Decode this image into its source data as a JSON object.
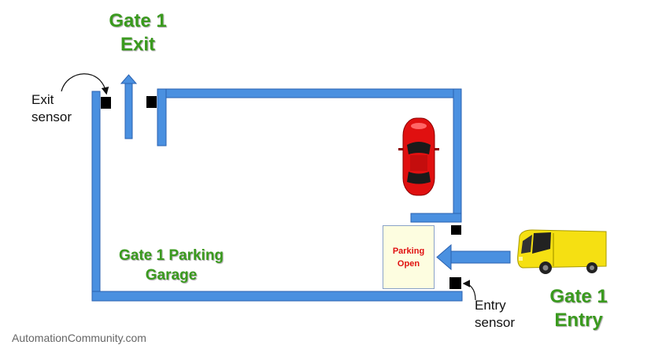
{
  "exit_gate": {
    "line1": "Gate 1",
    "line2": "Exit"
  },
  "entry_gate": {
    "line1": "Gate 1",
    "line2": "Entry"
  },
  "garage": {
    "line1": "Gate 1 Parking",
    "line2": "Garage"
  },
  "exit_sensor": {
    "line1": "Exit",
    "line2": "sensor"
  },
  "entry_sensor": {
    "line1": "Entry",
    "line2": "sensor"
  },
  "sign": {
    "line1": "Parking",
    "line2": "Open"
  },
  "footer": "AutomationCommunity.com",
  "colors": {
    "wall": "#4a90e0",
    "title_green": "#3a9a1e",
    "sensor": "#000000",
    "sign_text": "#e01010",
    "parked_car": "#e01010",
    "van": "#f5e012"
  }
}
